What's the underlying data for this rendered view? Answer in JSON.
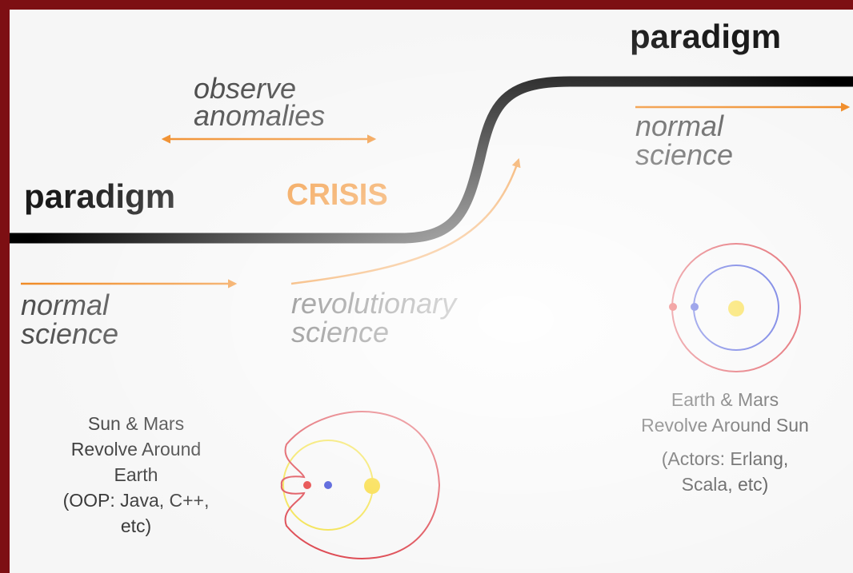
{
  "colors": {
    "border": "#7d0f13",
    "paradigm_line": "#000000",
    "arrow": "#f08a24",
    "crisis": "#f08a24",
    "orbit_red": "#d9303a",
    "orbit_yellow": "#f2df3a",
    "orbit_blue": "#2e3fd6",
    "sun": "#f7d417",
    "earth": "#1f2fd0",
    "mars": "#e01a1a"
  },
  "labels": {
    "paradigm_old": "paradigm",
    "paradigm_new": "paradigm",
    "crisis": "CRISIS",
    "observe_line1": "observe",
    "observe_line2": "anomalies",
    "normal_left_line1": "normal",
    "normal_left_line2": "science",
    "revolutionary_line1": "revolutionary",
    "revolutionary_line2": "science",
    "normal_right_line1": "normal",
    "normal_right_line2": "science"
  },
  "geocentric_caption": {
    "line1": "Sun & Mars",
    "line2": "Revolve Around",
    "line3": "Earth",
    "line4": "(OOP: Java, C++,",
    "line5": "etc)"
  },
  "heliocentric_caption": {
    "line1": "Earth & Mars",
    "line2": "Revolve Around Sun",
    "line3": "(Actors: Erlang,",
    "line4": "Scala, etc)"
  }
}
